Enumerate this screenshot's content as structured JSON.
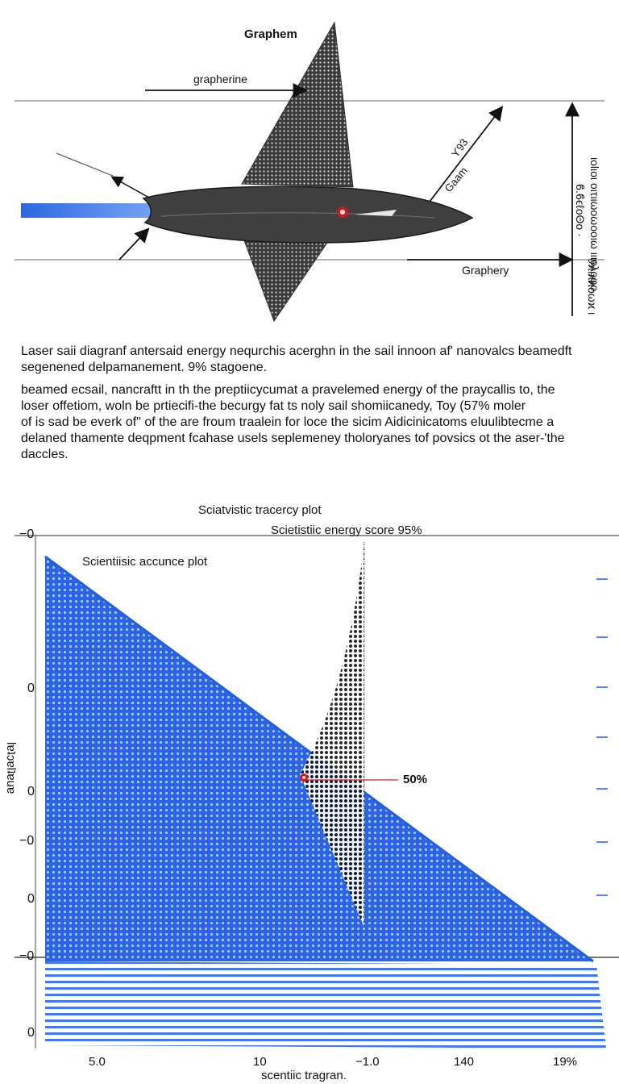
{
  "diagram": {
    "title": "Graphem",
    "labels": {
      "grapherine": "grapherine",
      "graphery": "Graphery",
      "diag_small": "ϒ93",
      "diag_label": "Gaam",
      "vertical_1": "ιοlιοι οιτιιωοωοοιω ιιιολοφο",
      "vertical_2": "ϐ.ϐϵℓοΘο ·",
      "vertical_3": "ϑϰιϰϰοωϰ ι"
    },
    "colors": {
      "beam": "#1f5fe0",
      "craft": "#3a3a3a",
      "marker": "#e01818"
    }
  },
  "text": {
    "caption": "Laser saii diagranf antersaid energy nequrchis acerghn in the  sail innoon af' nanovalcs beamedft\nsegenened delpamanement. 9% stagoene.",
    "body": "beamed ecsail, nancraftt in th the preptiicycumat a pravelemed energy of the praycallis to, the\nloser offetiom, woln be prtiecifi-the becurgy  fat ts noly sail shomiicanedy, Toy (57% moler\nof is sad  be everk of\" of the are froum traalein for loce the sicim Aidicinicatoms eluulibtecme a\ndelaned thamente deqpment fcahase usels seplemeney tholoryanes tof povsics ot the aser-'the\ndaccles."
  },
  "chart": {
    "title": "Sciatvistic tracercy plot",
    "subtitle": "Scietistiic energy score 95%",
    "inner_label": "Scientiisic accunce plot",
    "annotation": "50%",
    "y_ticks": [
      "−0",
      "0",
      "0",
      "−0",
      "0",
      "−0",
      "0"
    ],
    "x_ticks": [
      "5.0",
      "10",
      "−1.0",
      "140",
      "19%"
    ],
    "xlabel": "scentiic tragran.",
    "ylabel": "lɐʇɔɐlʇɐuɐ"
  }
}
